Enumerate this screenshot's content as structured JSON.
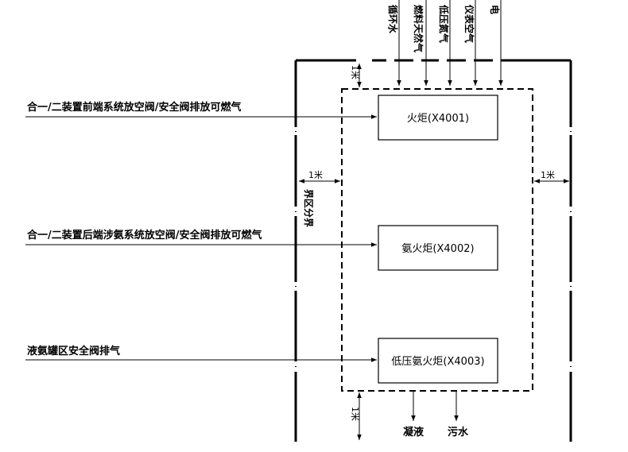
{
  "left_inputs": [
    "合一/二装置前端系统放空阀/安全阀排放可燃气",
    "合一/二装置后端涉氨系统放空阀/安全阀排放可燃气",
    "液氨罐区安全阀排气"
  ],
  "flares": [
    "火炬(X4001)",
    "氨火炬(X4002)",
    "低压氨火炬(X4003)"
  ],
  "top_utilities": [
    "循环水",
    "燃料天然气",
    "低压氮气",
    "仪表空气",
    "电"
  ],
  "bottom_outputs": [
    "凝液",
    "污水"
  ],
  "dimensions": {
    "top": "1米",
    "left": "1米",
    "right": "1米",
    "bottom": "1米"
  },
  "boundary_label": "界区分界"
}
